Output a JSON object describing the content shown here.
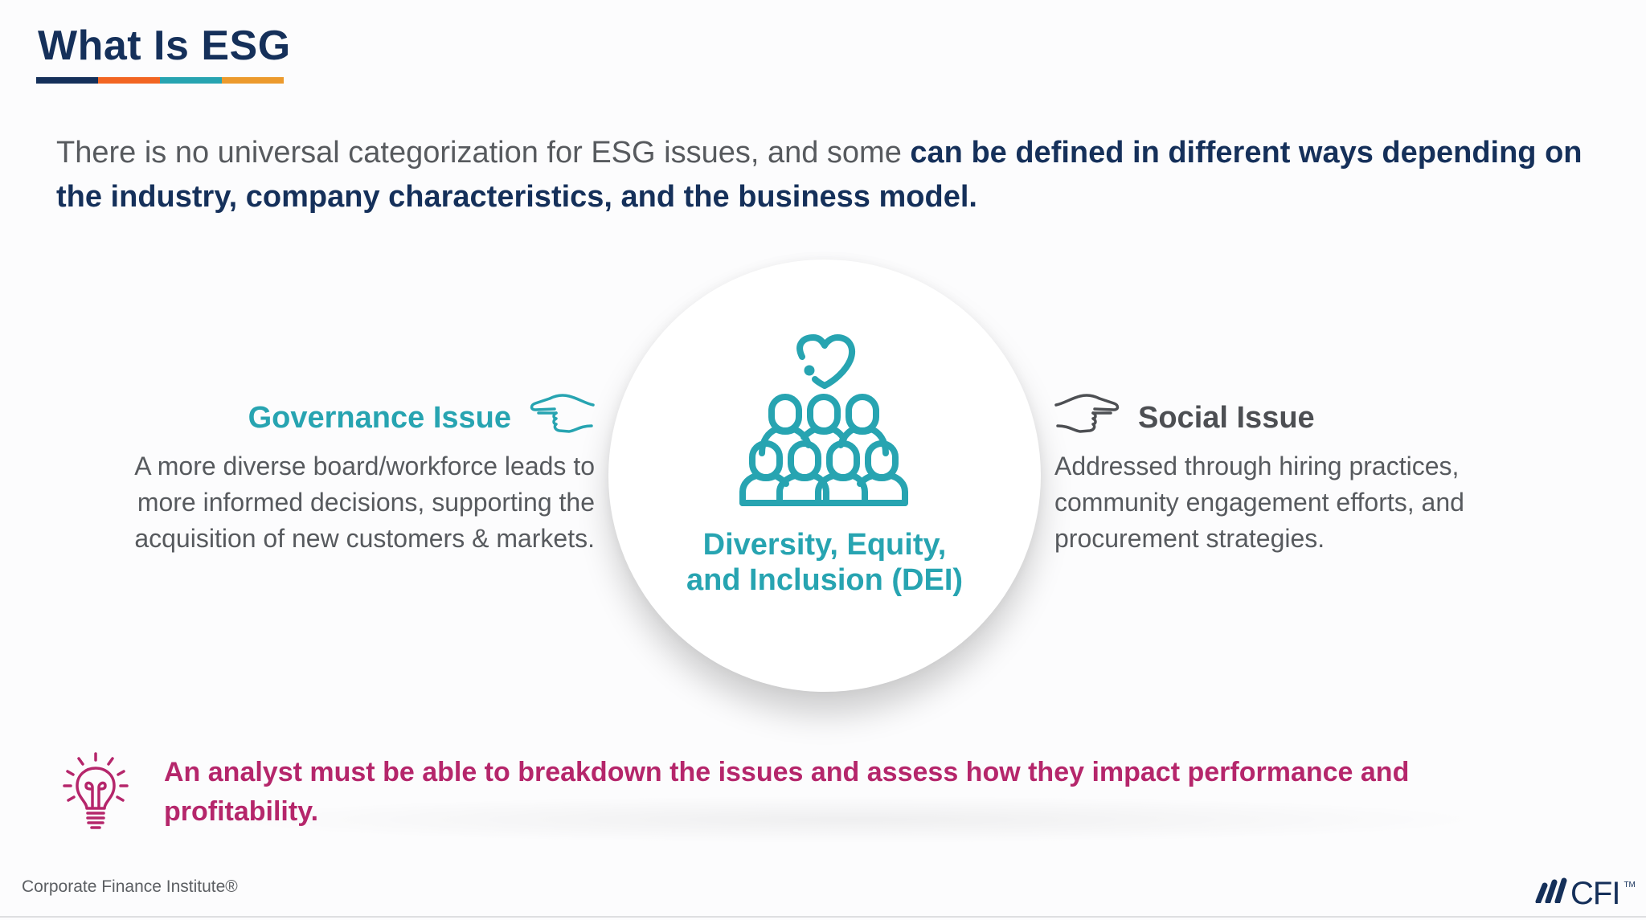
{
  "slide": {
    "title": "What Is ESG",
    "underline_colors": [
      "#15305a",
      "#f26522",
      "#27a4b1",
      "#ec9a2d"
    ],
    "intro": {
      "normal": "There is no universal categorization for ESG issues, and some ",
      "bold": "can be defined in different ways depending on the industry, company characteristics, and the business model."
    }
  },
  "center": {
    "icon": "diversity-people-heart-icon",
    "label_line1": "Diversity, Equity,",
    "label_line2": "and Inclusion (DEI)"
  },
  "governance": {
    "heading": "Governance Issue",
    "icon": "hand-pointing-left-icon",
    "lines": [
      "A more diverse board/workforce leads to",
      "more informed decisions, supporting the",
      "acquisition of new customers & markets."
    ]
  },
  "social": {
    "heading": "Social Issue",
    "icon": "hand-pointing-right-icon",
    "lines": [
      "Addressed through hiring practices,",
      "community engagement efforts, and",
      "procurement strategies."
    ]
  },
  "callout": {
    "icon": "lightbulb-icon",
    "text": "An analyst must be able to breakdown the issues and assess how they impact performance and profitability."
  },
  "footer": {
    "left_text": "Corporate Finance Institute®",
    "logo_text": "CFI",
    "logo_tm": "TM"
  },
  "colors": {
    "navy": "#15305a",
    "teal": "#27a4b1",
    "magenta": "#b5266b",
    "gray_text": "#575a5e",
    "dark_gray": "#4d4f53"
  }
}
